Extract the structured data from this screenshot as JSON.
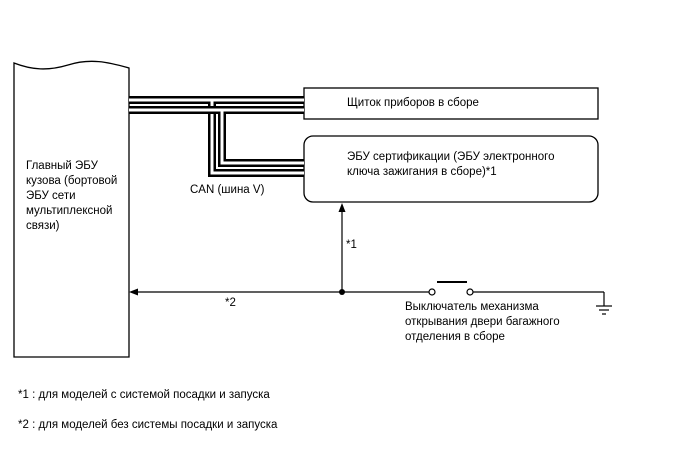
{
  "main_ecu": {
    "lines": [
      "Главный ЭБУ",
      "кузова (бортовой",
      "ЭБУ сети",
      "мультиплексной",
      "связи)"
    ]
  },
  "combination_meter": {
    "label": "Щиток приборов в сборе"
  },
  "certification_ecu": {
    "lines": [
      "ЭБУ сертификации (ЭБУ электронного",
      "ключа зажигания в сборе)*1"
    ]
  },
  "can_bus": {
    "label": "CAN (шина V)"
  },
  "wire_marks": {
    "mark1": "*1",
    "mark2": "*2"
  },
  "switch": {
    "lines": [
      "Выключатель механизма",
      "открывания двери багажного",
      "отделения в сборе"
    ]
  },
  "footnotes": [
    "*1 : для моделей с системой посадки и запуска",
    "*2 : для моделей без системы посадки и запуска"
  ],
  "colors": {
    "line": "#000000",
    "background": "#ffffff"
  }
}
